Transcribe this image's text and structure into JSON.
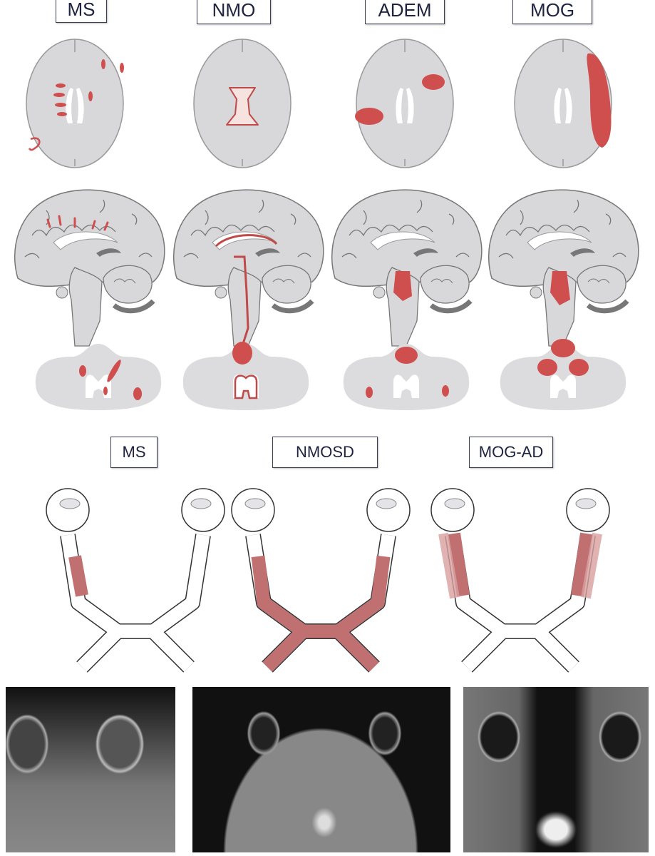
{
  "top_labels": [
    "MS",
    "NMO",
    "ADEM",
    "MOG"
  ],
  "optic_labels": [
    "MS",
    "NMOSD",
    "MOG-AD"
  ],
  "colors": {
    "lesion": "#cf4e4e",
    "tissue": "#d8d8da",
    "outline": "#9a9a9c",
    "nerve_lesion": "#c07070",
    "label_text": "#1e2340"
  }
}
